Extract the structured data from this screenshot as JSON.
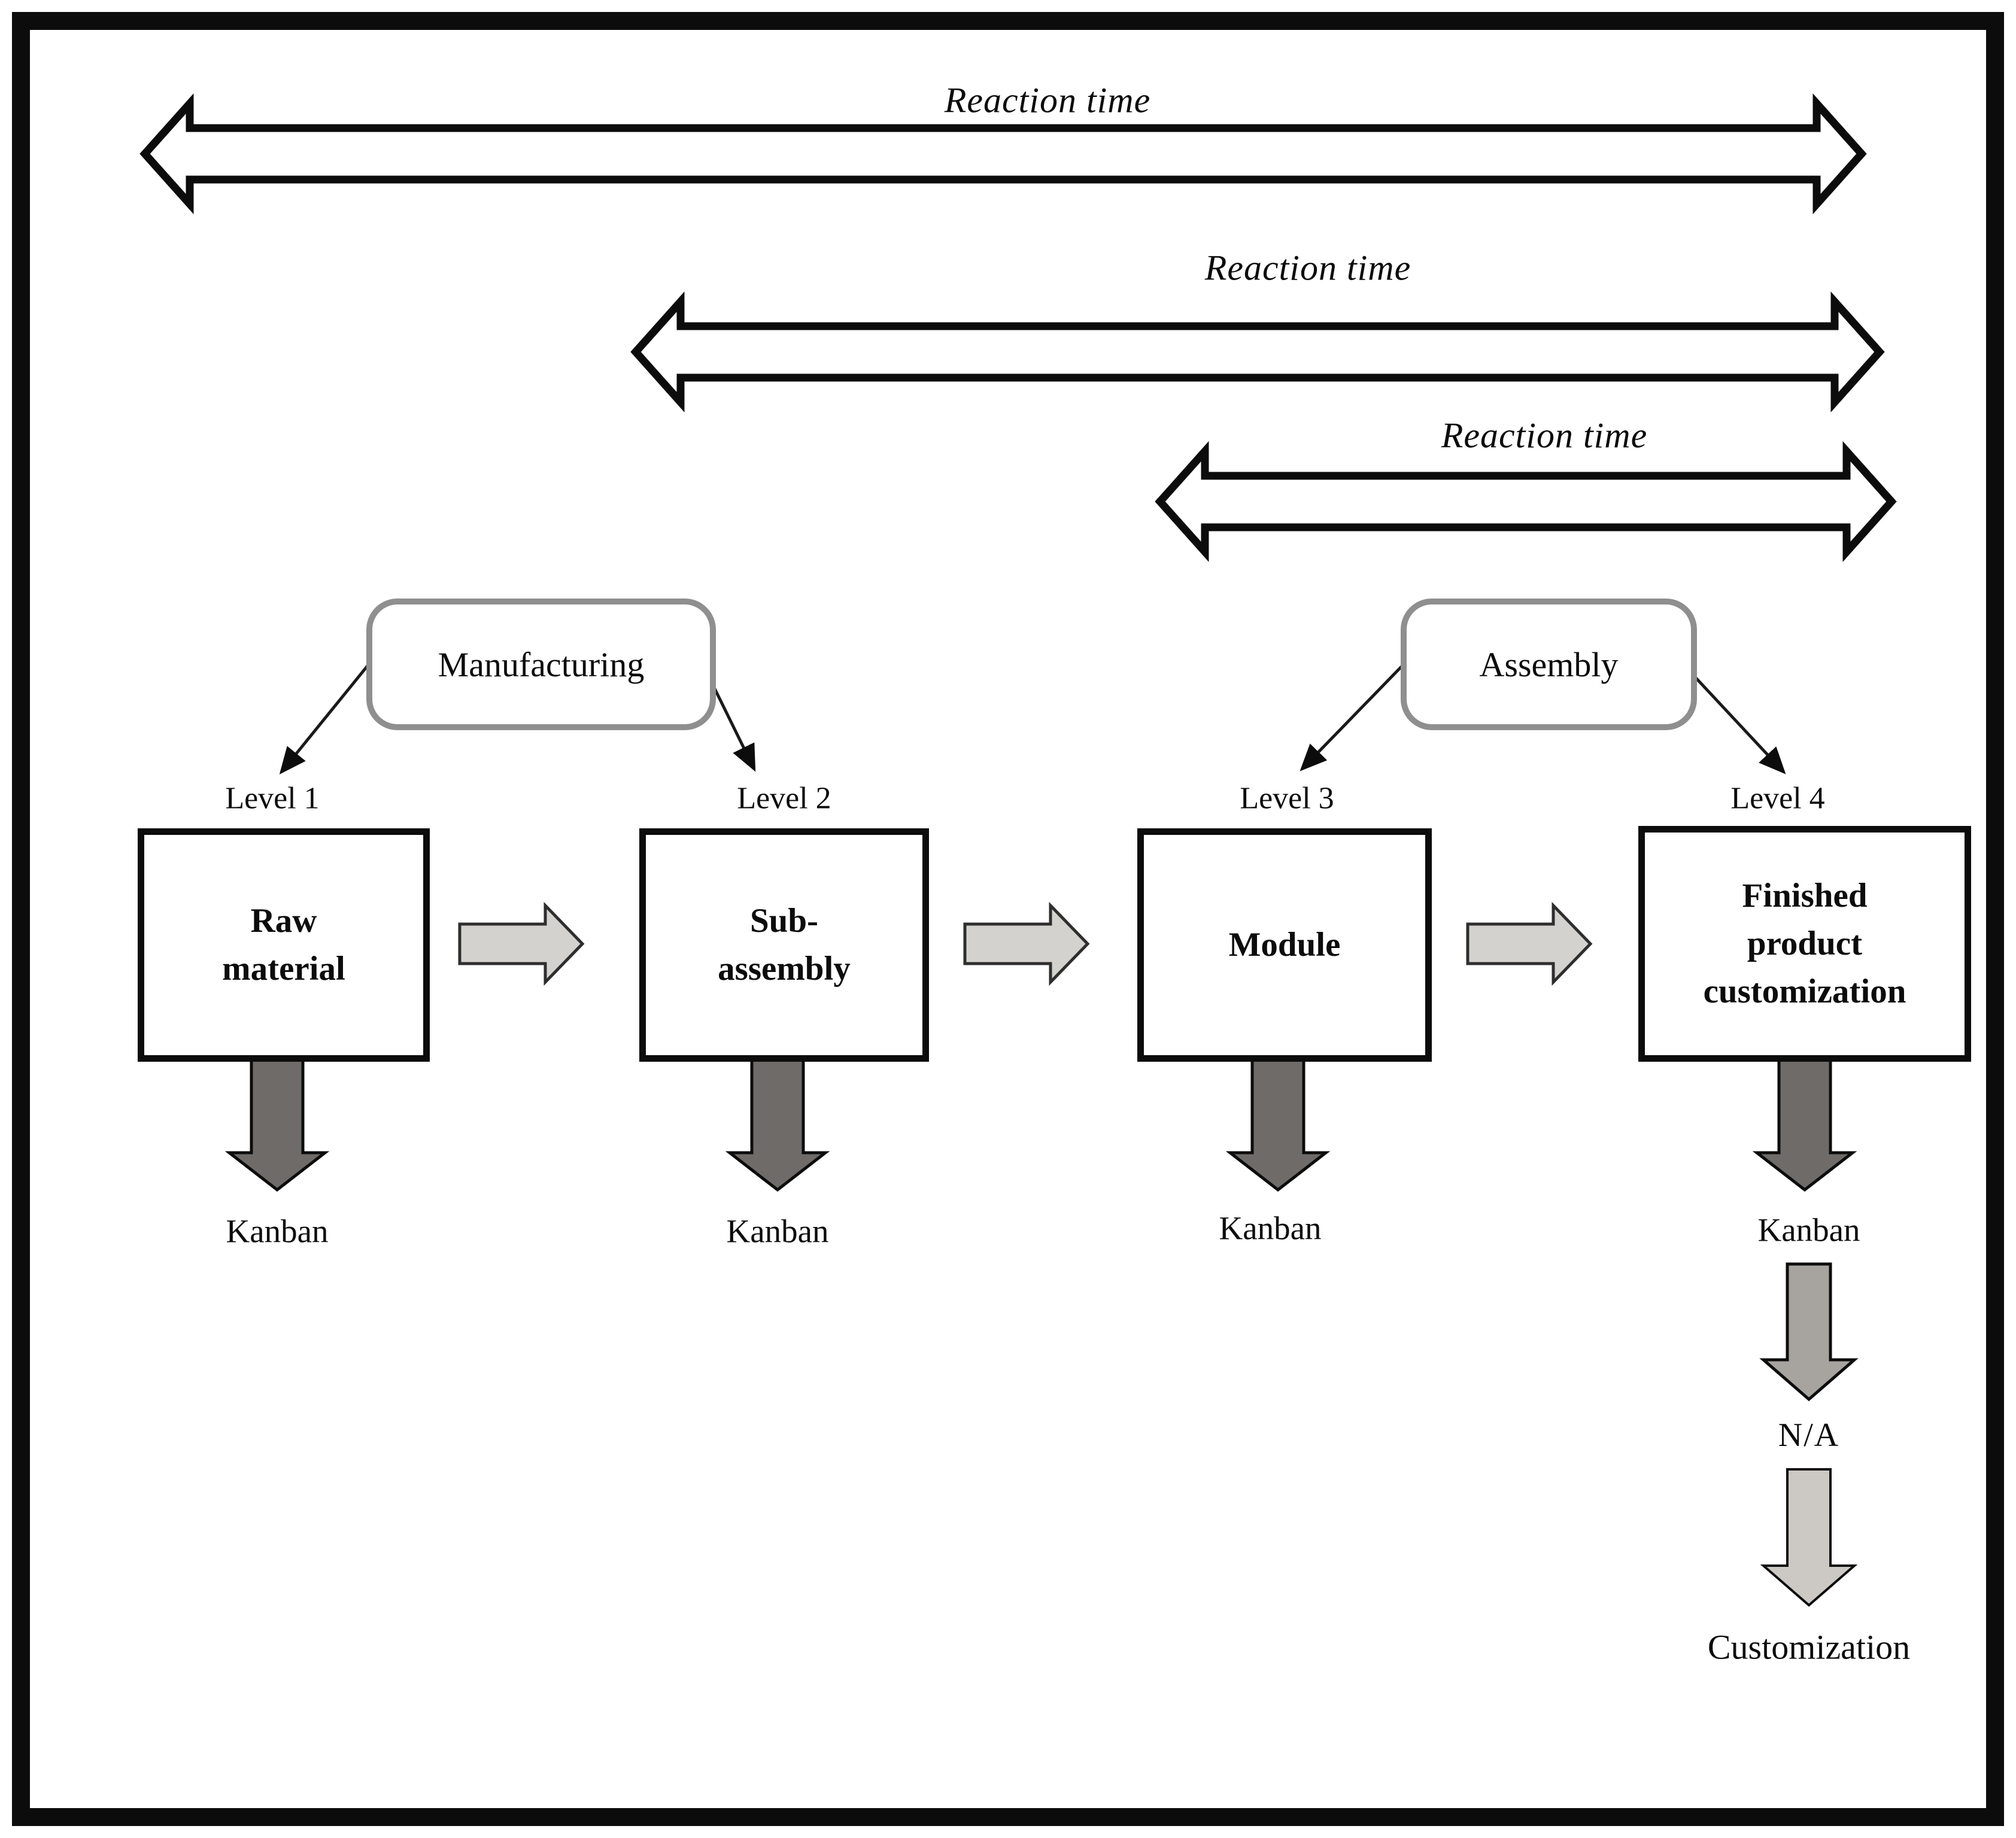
{
  "diagram": {
    "reaction_spans": [
      {
        "label": "Reaction time"
      },
      {
        "label": "Reaction time"
      },
      {
        "label": "Reaction time"
      }
    ],
    "groups": [
      {
        "label": "Manufacturing"
      },
      {
        "label": "Assembly"
      }
    ],
    "levels": [
      {
        "name": "Level 1",
        "lines": [
          "Raw",
          "material"
        ],
        "kanban_label": "Kanban"
      },
      {
        "name": "Level 2",
        "lines": [
          "Sub-",
          "assembly"
        ],
        "kanban_label": "Kanban"
      },
      {
        "name": "Level 3",
        "lines": [
          "Module"
        ],
        "kanban_label": "Kanban"
      },
      {
        "name": "Level 4",
        "lines": [
          "Finished",
          "product",
          "customization"
        ],
        "kanban_label": "Kanban"
      }
    ],
    "tail": {
      "na_label": "N/A",
      "customization_label": "Customization"
    },
    "colors": {
      "ink": "#0c0c0c",
      "group_border": "#8f8f8f",
      "flow_arrow_fill": "#d4d2ce",
      "kanban_arrow_fill": "#6f6b68",
      "na_arrow_fill": "#a7a39f",
      "customization_arrow_fill": "#ccc9c5"
    }
  }
}
